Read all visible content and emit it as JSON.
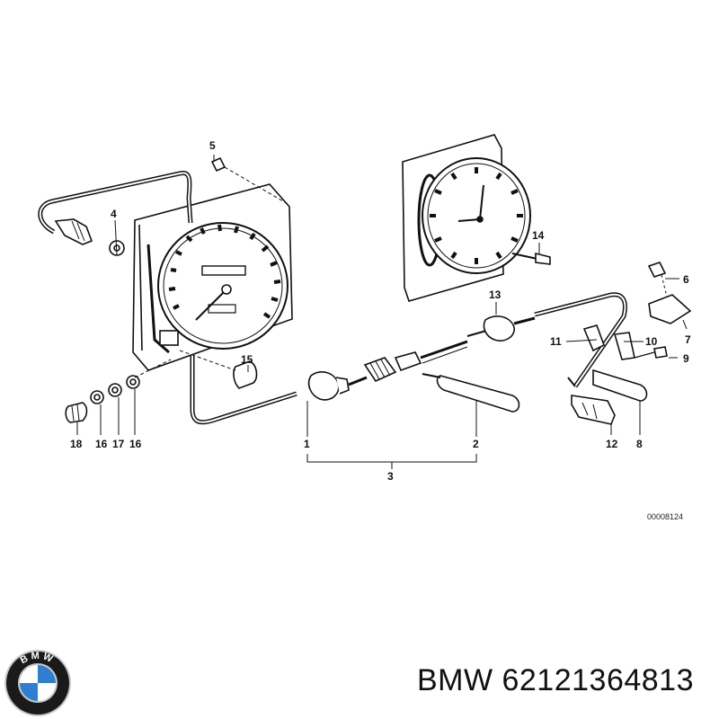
{
  "diagram": {
    "callouts": {
      "c1": "1",
      "c2": "2",
      "c3": "3",
      "c4": "4",
      "c5": "5",
      "c6": "6",
      "c7": "7",
      "c8": "8",
      "c9": "9",
      "c10": "10",
      "c11": "11",
      "c12": "12",
      "c13": "13",
      "c14": "14",
      "c15": "15",
      "c16a": "16",
      "c16b": "16",
      "c17": "17",
      "c18": "18"
    },
    "reference_code": "00008124"
  },
  "logo": {
    "text": "BMW",
    "colors": {
      "blue": "#2f7fd0",
      "white": "#ffffff",
      "ring": "#1a1a1a",
      "chrome": "#c8c8c8"
    }
  },
  "part_label": "BMW 62121364813"
}
